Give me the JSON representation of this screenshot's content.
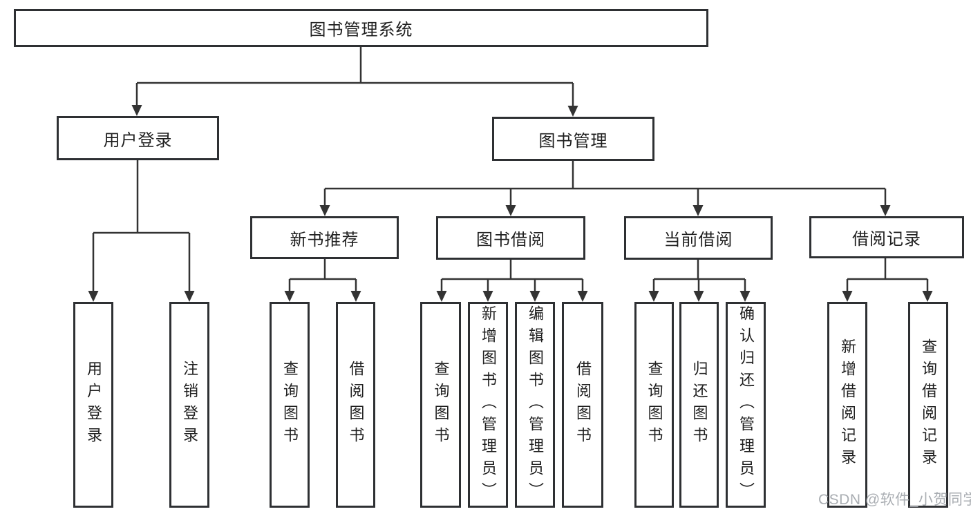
{
  "diagram_title": "图书管理系统",
  "tree": {
    "root": {
      "label": "图书管理系统"
    },
    "branches": [
      {
        "label": "用户登录",
        "children": [
          {
            "label": "用户登录"
          },
          {
            "label": "注销登录"
          }
        ]
      },
      {
        "label": "图书管理",
        "children": [
          {
            "label": "新书推荐",
            "children": [
              {
                "label": "查询图书"
              },
              {
                "label": "借阅图书"
              }
            ]
          },
          {
            "label": "图书借阅",
            "children": [
              {
                "label": "查询图书"
              },
              {
                "label": "新增图书（管理员）"
              },
              {
                "label": "编辑图书（管理员）"
              },
              {
                "label": "借阅图书"
              }
            ]
          },
          {
            "label": "当前借阅",
            "children": [
              {
                "label": "查询图书"
              },
              {
                "label": "归还图书"
              },
              {
                "label": "确认归还（管理员）"
              }
            ]
          },
          {
            "label": "借阅记录",
            "children": [
              {
                "label": "新增借阅记录"
              },
              {
                "label": "查询借阅记录"
              }
            ]
          }
        ]
      }
    ]
  },
  "watermark": {
    "text": "CSDN @软件_小贺同学"
  },
  "colors": {
    "line": "#333333",
    "box_border": "#2e3033",
    "box_fill": "#ffffff",
    "text": "#1f1f1f",
    "watermark": "#a9adb2",
    "background": "#ffffff"
  }
}
